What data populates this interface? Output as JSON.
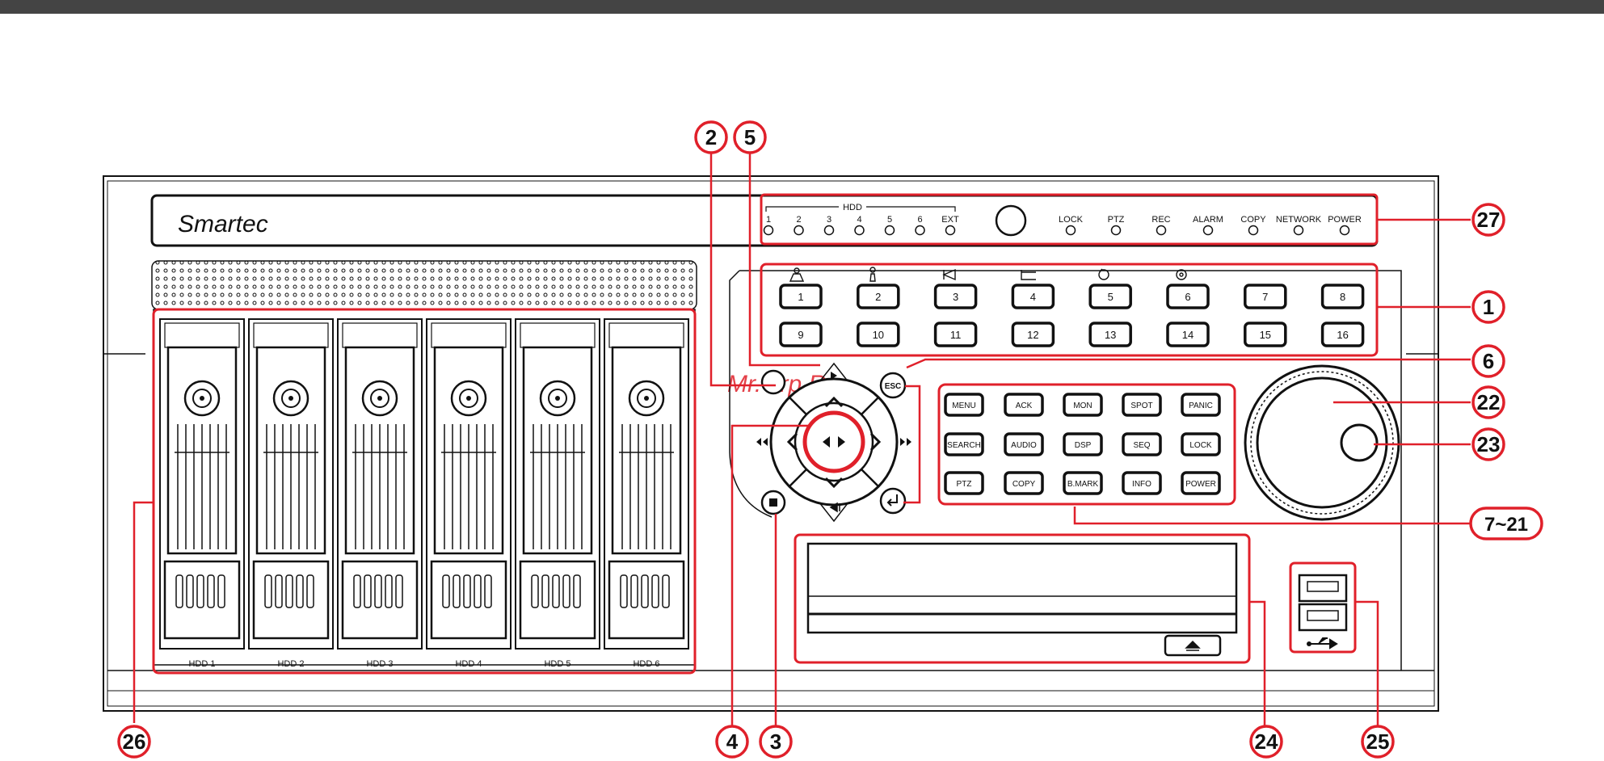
{
  "brand": "Smartec",
  "watermark": "Mr.Grp.Ru",
  "status_panel": {
    "hdd_group_label": "HDD",
    "hdd_leds": [
      "1",
      "2",
      "3",
      "4",
      "5",
      "6",
      "EXT"
    ],
    "indicators": [
      "LOCK",
      "PTZ",
      "REC",
      "ALARM",
      "COPY",
      "NETWORK",
      "POWER"
    ]
  },
  "channel_buttons": [
    "1",
    "2",
    "3",
    "4",
    "5",
    "6",
    "7",
    "8",
    "9",
    "10",
    "11",
    "12",
    "13",
    "14",
    "15",
    "16"
  ],
  "function_buttons": [
    [
      "MENU",
      "ACK",
      "MON",
      "SPOT",
      "PANIC"
    ],
    [
      "SEARCH",
      "AUDIO",
      "DSP",
      "SEQ",
      "LOCK"
    ],
    [
      "PTZ",
      "COPY",
      "B.MARK",
      "INFO",
      "POWER"
    ]
  ],
  "nav_buttons": {
    "esc": "ESC"
  },
  "hdd_bays": [
    "HDD 1",
    "HDD 2",
    "HDD 3",
    "HDD 4",
    "HDD 5",
    "HDD 6"
  ],
  "callouts": [
    "1",
    "2",
    "3",
    "4",
    "5",
    "6",
    "7~21",
    "22",
    "23",
    "24",
    "25",
    "26",
    "27"
  ],
  "colors": {
    "callout_red": "#e0202a",
    "outline": "#111111",
    "top_bar": "#444444"
  }
}
